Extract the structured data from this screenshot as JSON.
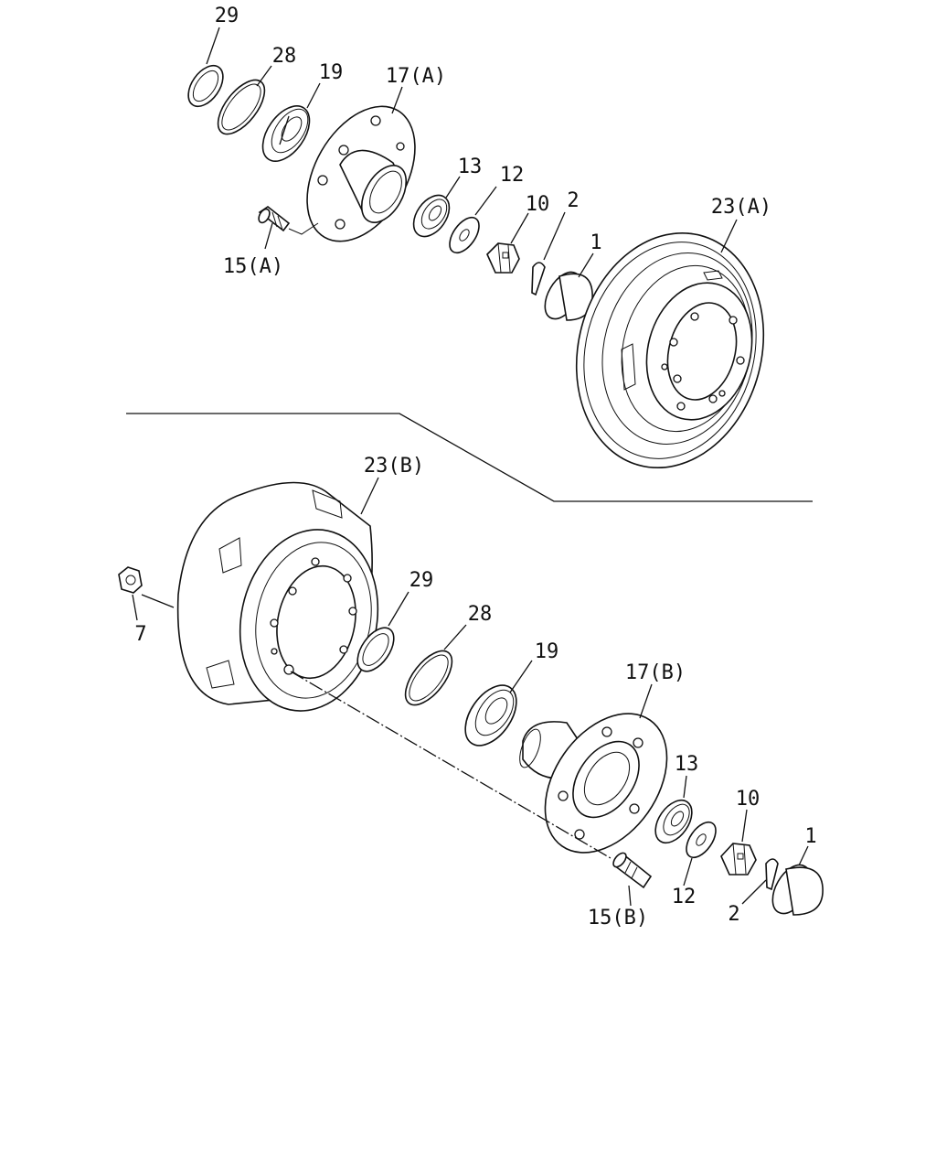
{
  "diagram": {
    "callouts_a": {
      "washer_29": "29",
      "ring_28": "28",
      "bearing_19": "19",
      "hub_17a": "17(A)",
      "bearing_13": "13",
      "washer_12": "12",
      "nut_10": "10",
      "pin_2": "2",
      "cap_1": "1",
      "bolt_15a": "15(A)",
      "drum_23a": "23(A)"
    },
    "callouts_b": {
      "drum_23b": "23(B)",
      "nut_7": "7",
      "washer_29": "29",
      "ring_28": "28",
      "bearing_19": "19",
      "hub_17b": "17(B)",
      "bearing_13": "13",
      "nut_10": "10",
      "cap_1": "1",
      "washer_12": "12",
      "pin_2": "2",
      "bolt_15b": "15(B)"
    }
  }
}
